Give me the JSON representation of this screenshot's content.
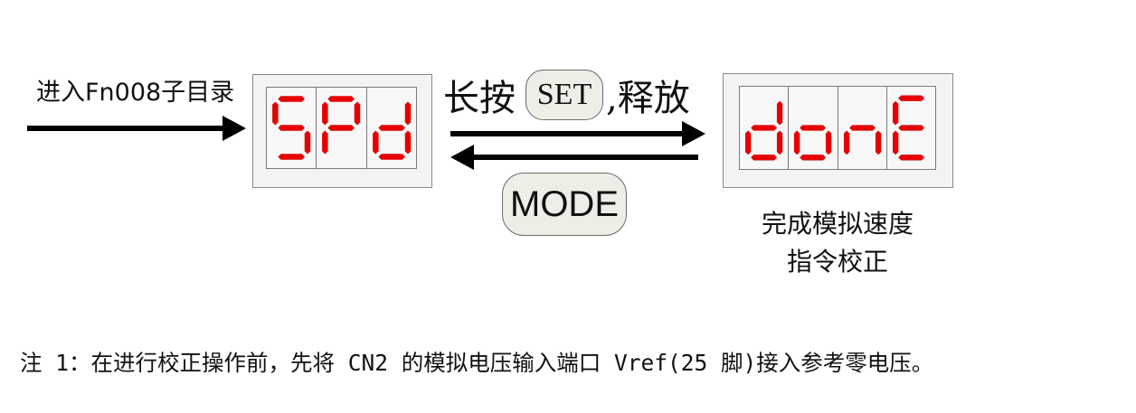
{
  "left_label": "进入Fn008子目录",
  "left_display": {
    "digits": [
      "5",
      "P",
      "d"
    ]
  },
  "right_display": {
    "digits": [
      "d",
      "o",
      "n",
      "E"
    ]
  },
  "action": {
    "long_press": "长按",
    "set_button": "SET",
    "release": ",释放",
    "mode_button": "MODE"
  },
  "result_caption": {
    "line1": "完成模拟速度",
    "line2": "指令校正"
  },
  "note": "注 1：在进行校正操作前，先将 CN2 的模拟电压输入端口 Vref(25 脚)接入参考零电压。",
  "colors": {
    "segment_on": "#e60000",
    "arrow": "#000000",
    "frame": "#f3f3f3"
  }
}
